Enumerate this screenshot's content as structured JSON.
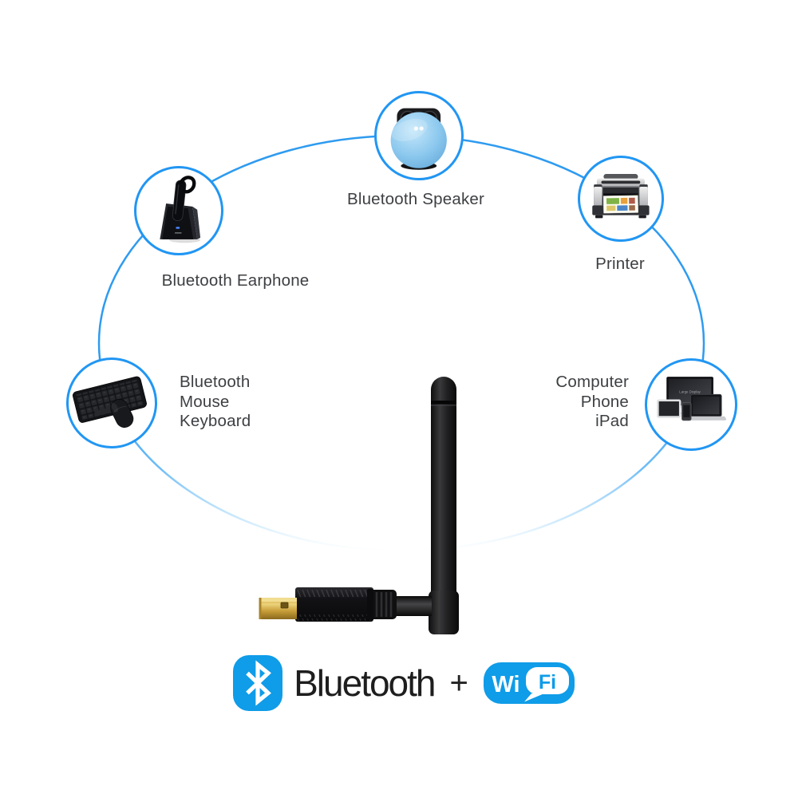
{
  "colors": {
    "accent_blue": "#2196f3",
    "logo_blue": "#0f9ce8",
    "label_gray": "#3d3f42",
    "headline_black": "#1e1e1e"
  },
  "nodes": {
    "speaker": {
      "label": "Bluetooth Speaker"
    },
    "earphone": {
      "label": "Bluetooth Earphone"
    },
    "printer": {
      "label": "Printer"
    },
    "keyboard": {
      "line1": "Bluetooth",
      "line2": "Mouse",
      "line3": "Keyboard"
    },
    "computer": {
      "line1": "Computer",
      "line2": "Phone",
      "line3": "iPad",
      "monitor_screen_text": "Large Display"
    }
  },
  "footer": {
    "bluetooth": "Bluetooth",
    "plus": "+",
    "wifi_wi": "Wi",
    "wifi_fi": "Fi"
  }
}
